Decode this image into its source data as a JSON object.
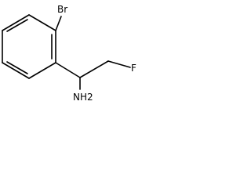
{
  "molecule": {
    "atoms": {
      "br": "Br",
      "f": "F",
      "nh2": "NH2"
    },
    "colors": {
      "bond": "#000000",
      "label": "#000000",
      "background": "#ffffff"
    }
  }
}
